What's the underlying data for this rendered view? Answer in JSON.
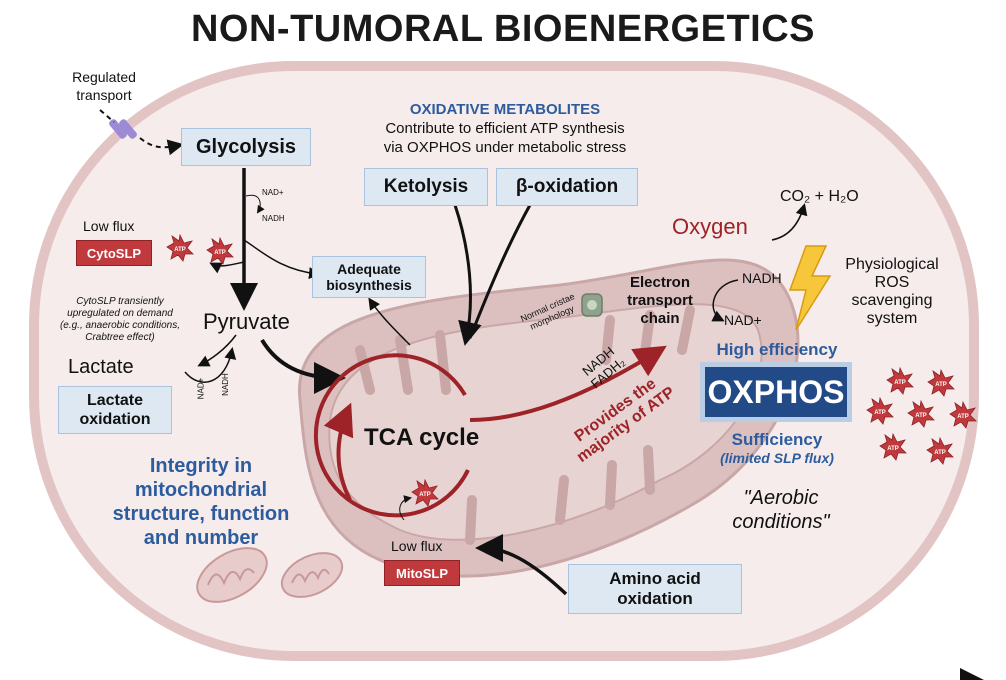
{
  "title": "NON-TUMORAL BIOENERGETICS",
  "transport": {
    "line1": "Regulated",
    "line2": "transport"
  },
  "glycolysis": "Glycolysis",
  "nad_plus": "NAD+",
  "nadh": "NADH",
  "oxidative_metabolites": {
    "header": "OXIDATIVE METABOLITES",
    "line1": "Contribute to efficient ATP synthesis",
    "line2": "via OXPHOS under metabolic stress",
    "ketolysis": "Ketolysis",
    "beta_oxidation": "β-oxidation"
  },
  "cyto": {
    "low_flux": "Low flux",
    "label": "CytoSLP",
    "note1": "CytoSLP transiently",
    "note2": "upregulated on demand",
    "note3": "(e.g., anaerobic conditions,",
    "note4": "Crabtree effect)"
  },
  "atp": "ATP",
  "adequate_biosynthesis": {
    "line1": "Adequate",
    "line2": "biosynthesis"
  },
  "pyruvate": "Pyruvate",
  "lactate": "Lactate",
  "lactate_oxidation": {
    "line1": "Lactate",
    "line2": "oxidation"
  },
  "tca": "TCA cycle",
  "cristae": {
    "line1": "Normal cristae",
    "line2": "morphology"
  },
  "nadh_fadh": {
    "line1": "NADH",
    "line2": "FADH₂"
  },
  "provides": {
    "line1": "Provides the",
    "line2": "majority of ATP"
  },
  "oxygen": "Oxygen",
  "co2": "CO₂ + H₂O",
  "etc": {
    "line1": "Electron",
    "line2": "transport",
    "line3": "chain"
  },
  "ros": {
    "line1": "Physiological",
    "line2": "ROS",
    "line3": "scavenging",
    "line4": "system"
  },
  "high_efficiency": "High efficiency",
  "oxphos": "OXPHOS",
  "sufficiency": "Sufficiency",
  "limited_slp": "(limited SLP flux)",
  "aerobic": {
    "line1": "\"Aerobic",
    "line2": "conditions\""
  },
  "integrity": {
    "line1": "Integrity in",
    "line2": "mitochondrial",
    "line3": "structure, function",
    "line4": "and number"
  },
  "mito": {
    "low_flux": "Low flux",
    "label": "MitoSLP"
  },
  "amino_acid": {
    "line1": "Amino acid",
    "line2": "oxidation"
  },
  "colors": {
    "cell": "#f6ecec",
    "cell_border": "#e3c4c4",
    "mito": "#dcc0c0",
    "tca": "#9e2328",
    "blue": "#2d5c9e",
    "atp": "#c0393c"
  }
}
